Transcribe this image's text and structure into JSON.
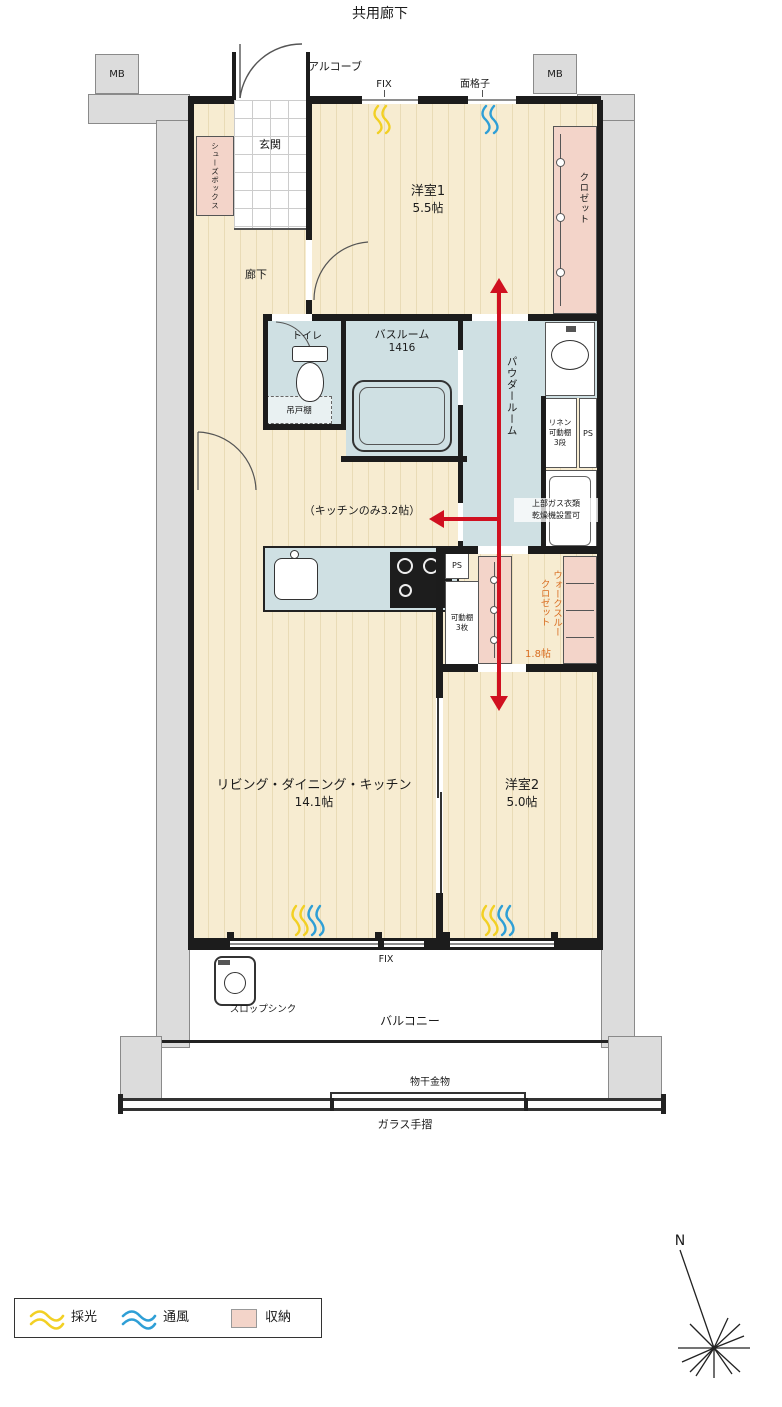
{
  "title": "共用廊下",
  "top": {
    "mb_left": "MB",
    "mb_right": "MB",
    "alcove": "アルコーブ",
    "fix": "FIX",
    "grate": "面格子"
  },
  "rooms": {
    "genkan": "玄関",
    "shoes_box": [
      "シューズ",
      "ボックス"
    ],
    "western1": {
      "name": "洋室1",
      "size": "5.5帖"
    },
    "closet1": "クロゼット",
    "hall": "廊下",
    "toilet": "トイレ",
    "hanging_cupboard": "吊戸棚",
    "bath": {
      "name": "バスルーム",
      "size": "1416"
    },
    "powder": "パウダールーム",
    "linen": [
      "リネン",
      "可動棚",
      "3段"
    ],
    "ps1": "PS",
    "gas_dryer": [
      "上部ガス衣類",
      "乾燥機設置可"
    ],
    "kitchen_note": "（キッチンのみ3.2帖）",
    "ps2": "PS",
    "movable_shelf": [
      "可動棚",
      "3枚"
    ],
    "walkthrough": {
      "name": [
        "ウォークスルー",
        "クロゼット"
      ],
      "size": "1.8帖"
    },
    "ldk": {
      "name": "リビング・ダイニング・キッチン",
      "size": "14.1帖"
    },
    "western2": {
      "name": "洋室2",
      "size": "5.0帖"
    }
  },
  "balcony": {
    "fix": "FIX",
    "slop_sink": "スロップシンク",
    "name": "バルコニー",
    "drying_hardware": "物干金物",
    "glass_rail": "ガラス手摺"
  },
  "legend": {
    "daylight": "採光",
    "ventilation": "通風",
    "storage": "収納"
  },
  "compass": {
    "north": "N"
  },
  "colors": {
    "floor": "#f7ecd1",
    "floor_stripe": "#e9dbb6",
    "wet_area": "#cfe0e3",
    "storage": "#f3d4c9",
    "structure_gray": "#dcdcdc",
    "wall": "#1c1c1c",
    "arrow_red": "#d01020",
    "walkthrough_text": "#d96c1f",
    "daylight_yellow": "#f2d024",
    "ventilation_blue": "#2f9fd6"
  }
}
